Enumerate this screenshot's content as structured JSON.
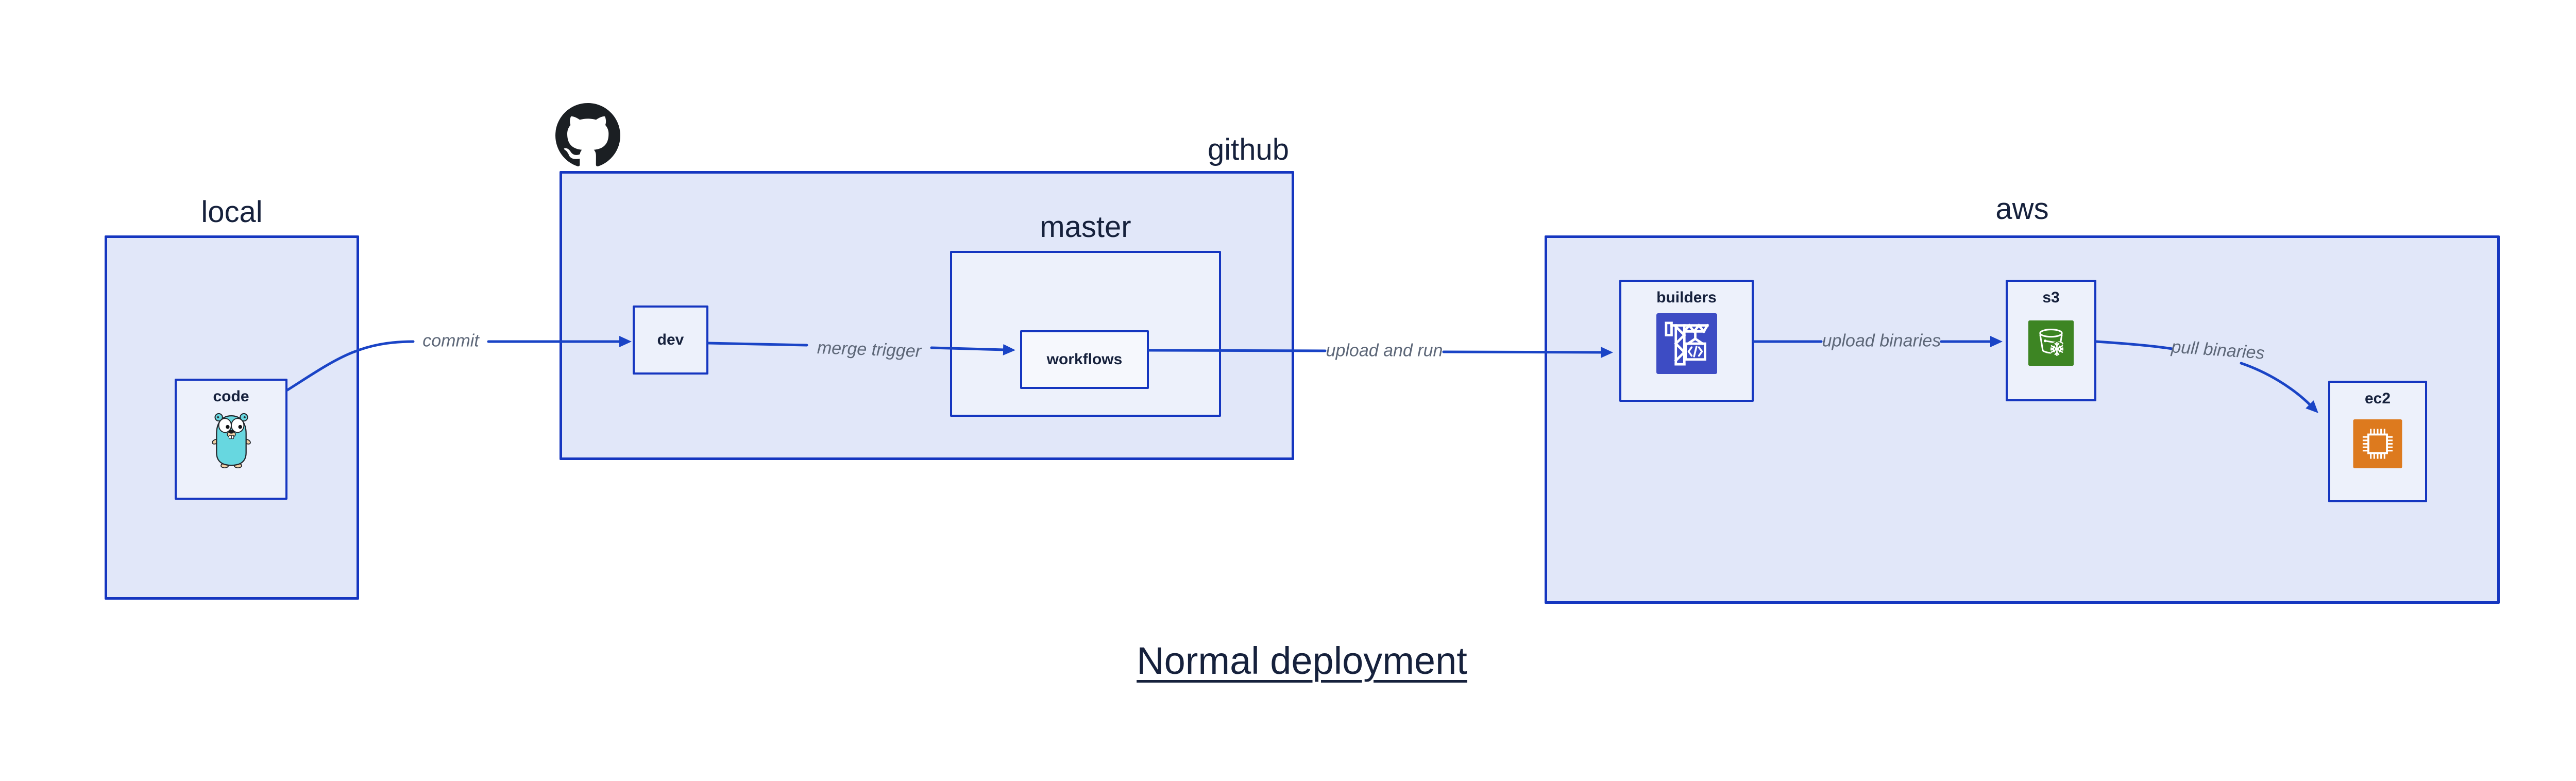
{
  "title": "Normal deployment",
  "groups": {
    "local": {
      "label": "local"
    },
    "github": {
      "label": "github"
    },
    "aws": {
      "label": "aws"
    }
  },
  "nodes": {
    "code": {
      "label": "code",
      "icon": "go-gopher-icon"
    },
    "dev": {
      "label": "dev"
    },
    "master": {
      "label": "master"
    },
    "workflows": {
      "label": "workflows"
    },
    "builders": {
      "label": "builders",
      "icon": "aws-codebuild-crane-icon"
    },
    "s3": {
      "label": "s3",
      "icon": "aws-s3-glacier-bucket-icon"
    },
    "ec2": {
      "label": "ec2",
      "icon": "aws-ec2-chip-icon"
    }
  },
  "edges": {
    "commit": {
      "label": "commit"
    },
    "merge_trigger": {
      "label": "merge trigger"
    },
    "upload_and_run": {
      "label": "upload and run"
    },
    "upload_binaries": {
      "label": "upload binaries"
    },
    "pull_binaries": {
      "label": "pull binaries"
    }
  },
  "colors": {
    "accent_border": "#1536c0",
    "arrow": "#1a44c6",
    "group_fill": "#e1e7f9",
    "node_fill": "#edf1fb",
    "workflows_fill": "#f6f8fd",
    "label_navy": "#16213c",
    "edge_label_gray": "#5d6778",
    "github_black": "#1b1f23",
    "codebuild_indigo": "#3d4cc4",
    "s3_green": "#3d8523",
    "ec2_orange": "#dd7a1e",
    "gopher_teal": "#67d7e0",
    "gopher_tan": "#f2d0a4",
    "background": "#ffffff"
  }
}
